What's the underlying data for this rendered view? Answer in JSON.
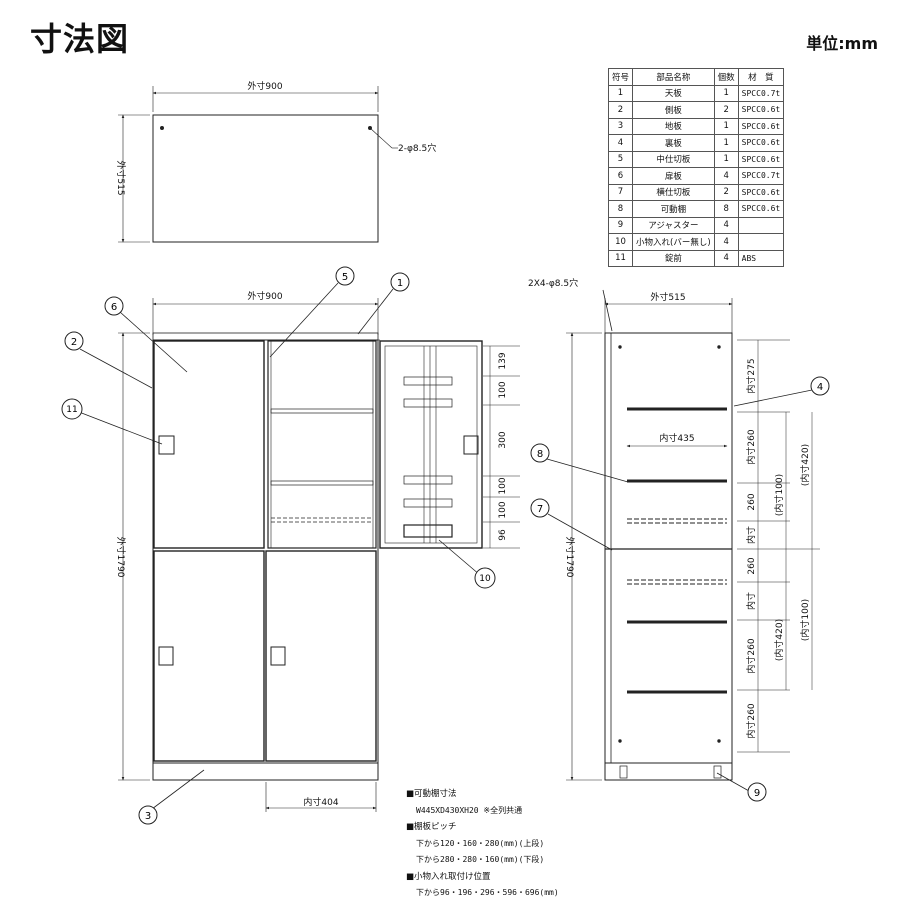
{
  "title": "寸法図",
  "unit": "単位:mm",
  "top_view": {
    "width_label": "外寸900",
    "depth_label": "外寸515",
    "hole_label": "2-φ8.5穴"
  },
  "front_view": {
    "width_label": "外寸900",
    "height_label": "外寸1790",
    "inner_width_label": "内寸404",
    "door_dims": [
      "139",
      "100",
      "300",
      "100",
      "100",
      "96"
    ]
  },
  "side_view": {
    "hole_label": "2X4-φ8.5穴",
    "depth_label": "外寸515",
    "height_label": "外寸1790",
    "inner_depth_label": "内寸435",
    "inner_dims": [
      "内寸275",
      "内寸260",
      "260",
      "内寸",
      "260",
      "内寸",
      "内寸260",
      "内寸260"
    ],
    "bracket_dims": [
      "(内寸100)",
      "(内寸420)",
      "(内寸420)",
      "(内寸100)"
    ]
  },
  "callouts": [
    "1",
    "2",
    "3",
    "4",
    "5",
    "6",
    "7",
    "8",
    "9",
    "10",
    "11"
  ],
  "parts_table": {
    "headers": [
      "符号",
      "部品名称",
      "個数",
      "材　質"
    ],
    "rows": [
      {
        "no": "1",
        "name": "天板",
        "qty": "1",
        "material": "SPCC0.7t"
      },
      {
        "no": "2",
        "name": "側板",
        "qty": "2",
        "material": "SPCC0.6t"
      },
      {
        "no": "3",
        "name": "地板",
        "qty": "1",
        "material": "SPCC0.6t"
      },
      {
        "no": "4",
        "name": "裏板",
        "qty": "1",
        "material": "SPCC0.6t"
      },
      {
        "no": "5",
        "name": "中仕切板",
        "qty": "1",
        "material": "SPCC0.6t"
      },
      {
        "no": "6",
        "name": "扉板",
        "qty": "4",
        "material": "SPCC0.7t"
      },
      {
        "no": "7",
        "name": "横仕切板",
        "qty": "2",
        "material": "SPCC0.6t"
      },
      {
        "no": "8",
        "name": "可動棚",
        "qty": "8",
        "material": "SPCC0.6t"
      },
      {
        "no": "9",
        "name": "アジャスター",
        "qty": "4",
        "material": ""
      },
      {
        "no": "10",
        "name": "小物入れ(バー無し)",
        "qty": "4",
        "material": ""
      },
      {
        "no": "11",
        "name": "錠前",
        "qty": "4",
        "material": "ABS"
      }
    ]
  },
  "notes": [
    {
      "heading": "■可動棚寸法",
      "body": "W445XD430XH20 ※全列共通"
    },
    {
      "heading": "■棚板ピッチ",
      "body": "下から120・160・280(mm)(上段)"
    },
    {
      "heading": "",
      "body": "下から280・280・160(mm)(下段)"
    },
    {
      "heading": "■小物入れ取付け位置",
      "body": "下から96・196・296・596・696(mm)"
    }
  ]
}
